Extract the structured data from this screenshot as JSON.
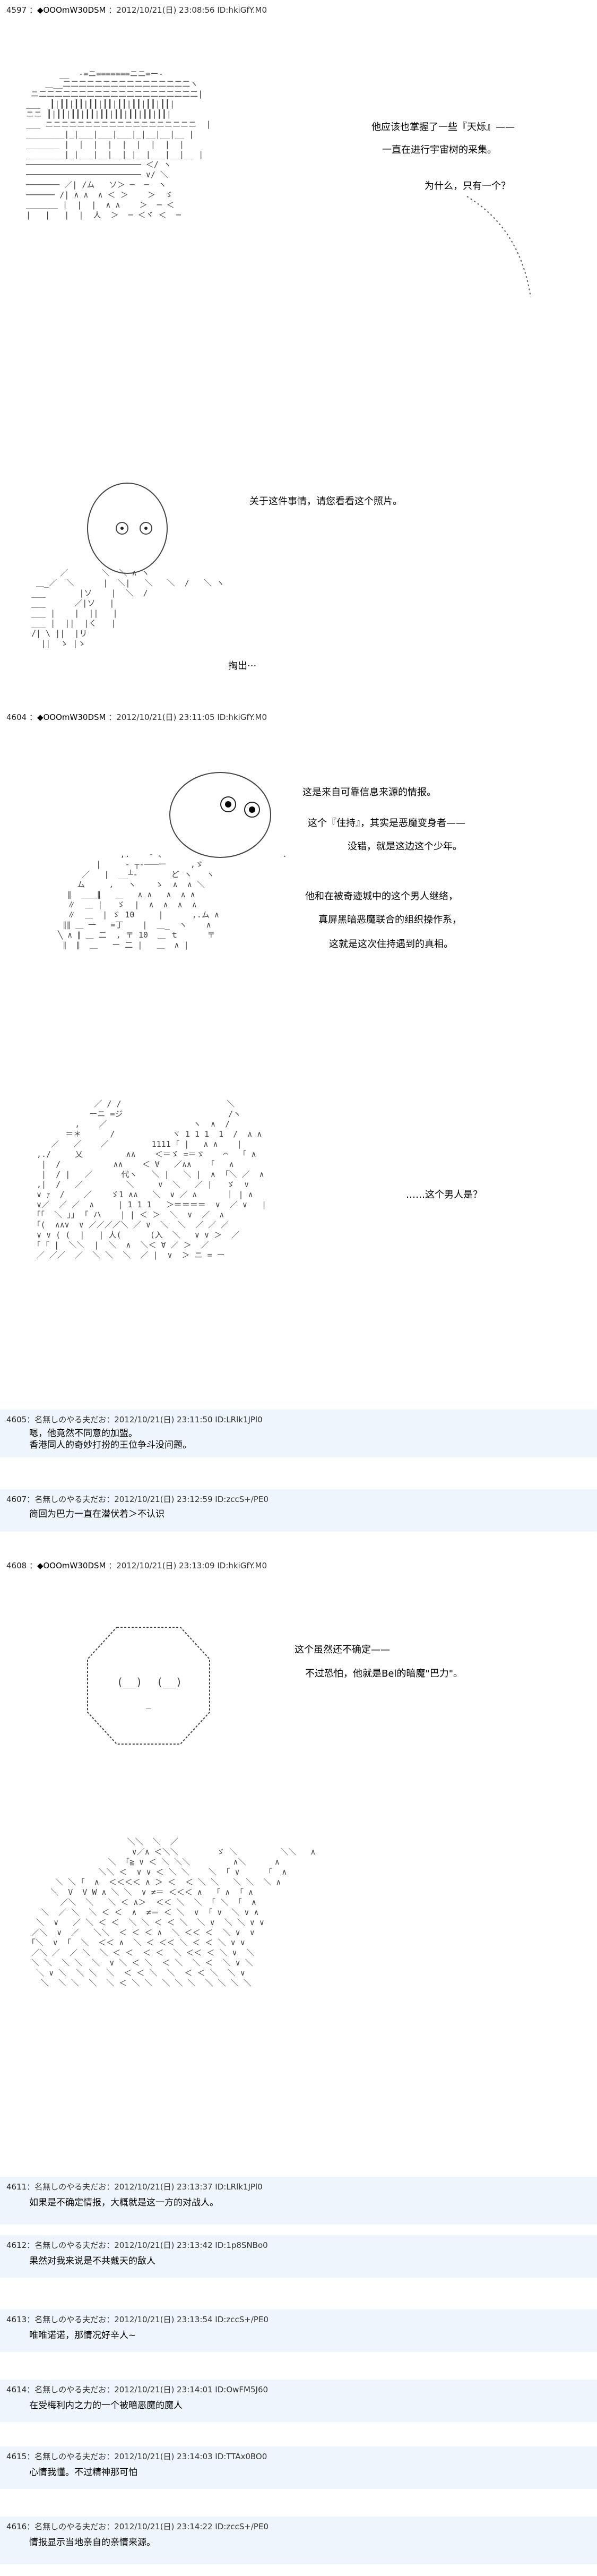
{
  "posts": [
    {
      "id": "p4597",
      "header": {
        "num": "4597",
        "name": "◆OOOmW30DSM",
        "date": "2012/10/21(日) 23:08:56 ID:hkiGfY.M0"
      },
      "dialog": [
        "他应该也掌握了一些『天烁』——",
        "一直在进行宇宙树的采集。",
        "为什么，只有一个？"
      ]
    },
    {
      "id": "p4597b",
      "dialog": [
        "关于这件事情，请您看看这个照片。",
        "掏出···"
      ]
    },
    {
      "id": "p4604",
      "header": {
        "num": "4604",
        "name": "◆OOOmW30DSM",
        "date": "2012/10/21(日) 23:11:05 ID:hkiGfY.M0"
      },
      "dialog": [
        "这是来自可靠信息来源的情报。",
        "这个『住持』，其实是恶魔变身者——",
        "没错，就是这边这个少年。",
        "他和在被奇迹城中的这个男人继络，",
        "真屏黑暗恶魔联合的组织操作系，",
        "这就是这次住持遇到的真相。"
      ]
    },
    {
      "id": "p4604b",
      "dialog": [
        "……这个男人是？"
      ]
    },
    {
      "id": "p4605",
      "header": {
        "num": "4605",
        "name": "名無しのやる夫だお",
        "date": "2012/10/21(日) 23:11:50 ID:LRlk1JPl0",
        "prefix": "："
      },
      "lines": [
        "嗯，他竟然不同意的加盟。",
        "香港同人的奇妙打扮的王位争斗没问题。"
      ]
    },
    {
      "id": "p4607",
      "header": {
        "num": "4607",
        "name": "名無しのやる夫だお",
        "date": "2012/10/21(日) 23:12:59 ID:zccS+/PE0",
        "prefix": "："
      },
      "lines": [
        "简回为巴力一直在潜伏着＞不认识"
      ]
    },
    {
      "id": "p4608",
      "header": {
        "num": "4608",
        "name": "◆OOOmW30DSM",
        "date": "2012/10/21(日) 23:13:09 ID:hkiGfY.M0"
      },
      "dialog": [
        "这个虽然还不确定——",
        "不过恐怕，他就是Bel的暗魔\"巴力\"。"
      ]
    },
    {
      "id": "p4611",
      "header": {
        "num": "4611",
        "name": "名無しのやる夫だお",
        "date": "2012/10/21(日) 23:13:37 ID:LRlk1JPl0",
        "prefix": "："
      },
      "lines": [
        "如果是不确定情报，大概就是这一方的对战人。"
      ]
    },
    {
      "id": "p4612",
      "header": {
        "num": "4612",
        "name": "名無しのやる夫だお",
        "date": "2012/10/21(日) 23:13:42 ID:1p8SNBo0",
        "prefix": "："
      },
      "lines": [
        "果然对我来说是不共戴天的敌人"
      ]
    },
    {
      "id": "p4613",
      "header": {
        "num": "4613",
        "name": "名無しのやる夫だお",
        "date": "2012/10/21(日) 23:13:54 ID:zccS+/PE0",
        "prefix": "："
      },
      "lines": [
        "唯唯诺诺，那情况好辛人~"
      ]
    },
    {
      "id": "p4614",
      "header": {
        "num": "4614",
        "name": "名無しのやる夫だお",
        "date": "2012/10/21(日) 23:14:01 ID:OwFM5J60",
        "prefix": "："
      },
      "lines": [
        "在受梅利内之力的一个被暗恶魔的魔人"
      ]
    },
    {
      "id": "p4615",
      "header": {
        "num": "4615",
        "name": "名無しのやる夫だお",
        "date": "2012/10/21(日) 23:14:03 ID:TTAx0BO0",
        "prefix": "："
      },
      "lines": [
        "心情我懂。不过精神那可怕"
      ]
    },
    {
      "id": "p4616",
      "header": {
        "num": "4616",
        "name": "名無しのやる夫だお",
        "date": "2012/10/21(日) 23:14:22 ID:zccS+/PE0",
        "prefix": "："
      },
      "lines": [
        "情报显示当地亲自的亲情来源。"
      ]
    }
  ],
  "art_notes": {
    "a1": "ascii-art-landscape",
    "a2": "ascii-art-character-photo",
    "a3": "ascii-art-character-informant",
    "a4": "ascii-art-man-action",
    "a5": "ascii-art-face",
    "a6": "ascii-art-demon-battle"
  }
}
